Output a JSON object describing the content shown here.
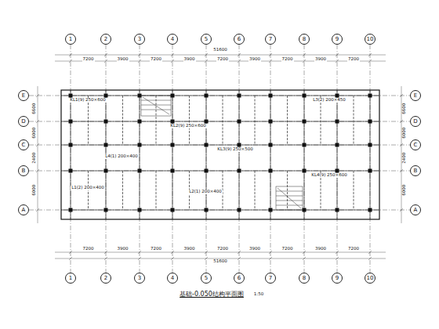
{
  "diagram": {
    "caption": "基础-0.050结构平面图",
    "nodes": [
      {
        "text": [
          "1"
        ]
      },
      {
        "text": [
          "2"
        ]
      },
      {
        "text": [
          "3"
        ]
      },
      {
        "text": [
          "4"
        ]
      },
      {
        "text": [
          "5"
        ]
      },
      {
        "text": [
          "6"
        ]
      },
      {
        "text": [
          "7"
        ]
      },
      {
        "text": [
          "8"
        ]
      },
      {
        "text": [
          "9"
        ]
      },
      {
        "text": [
          "10"
        ]
      },
      {
        "text": [
          "1"
        ]
      },
      {
        "text": [
          "2"
        ]
      },
      {
        "text": [
          "3"
        ]
      },
      {
        "text": [
          "4"
        ]
      },
      {
        "text": [
          "5"
        ]
      },
      {
        "text": [
          "6"
        ]
      },
      {
        "text": [
          "7"
        ]
      },
      {
        "text": [
          "8"
        ]
      },
      {
        "text": [
          "9"
        ]
      },
      {
        "text": [
          "10"
        ]
      },
      {
        "text": [
          "E"
        ]
      },
      {
        "text": [
          "D"
        ]
      },
      {
        "text": [
          "C"
        ]
      },
      {
        "text": [
          "B"
        ]
      },
      {
        "text": [
          "A"
        ]
      },
      {
        "text": [
          "E"
        ]
      },
      {
        "text": [
          "D"
        ]
      },
      {
        "text": [
          "C"
        ]
      },
      {
        "text": [
          "B"
        ]
      },
      {
        "text": [
          "A"
        ]
      }
    ],
    "labels": [
      "7200",
      "3900",
      "7200",
      "3900",
      "7200",
      "3900",
      "7200",
      "3900",
      "7200",
      "51600",
      "7200",
      "3900",
      "7200",
      "3900",
      "7200",
      "3900",
      "7200",
      "3900",
      "7200",
      "51600",
      "6600",
      "6000",
      "2400",
      "6000",
      "6600",
      "6000",
      "2400",
      "6000",
      "KL1(9) 250×600",
      "KL2(9) 250×600",
      "KL3(9) 250×500",
      "KL4(9) 250×600",
      "L1(2) 200×400",
      "L2(1) 200×400",
      "L3(2) 200×450",
      "L4(1) 200×400",
      "1:50"
    ]
  }
}
